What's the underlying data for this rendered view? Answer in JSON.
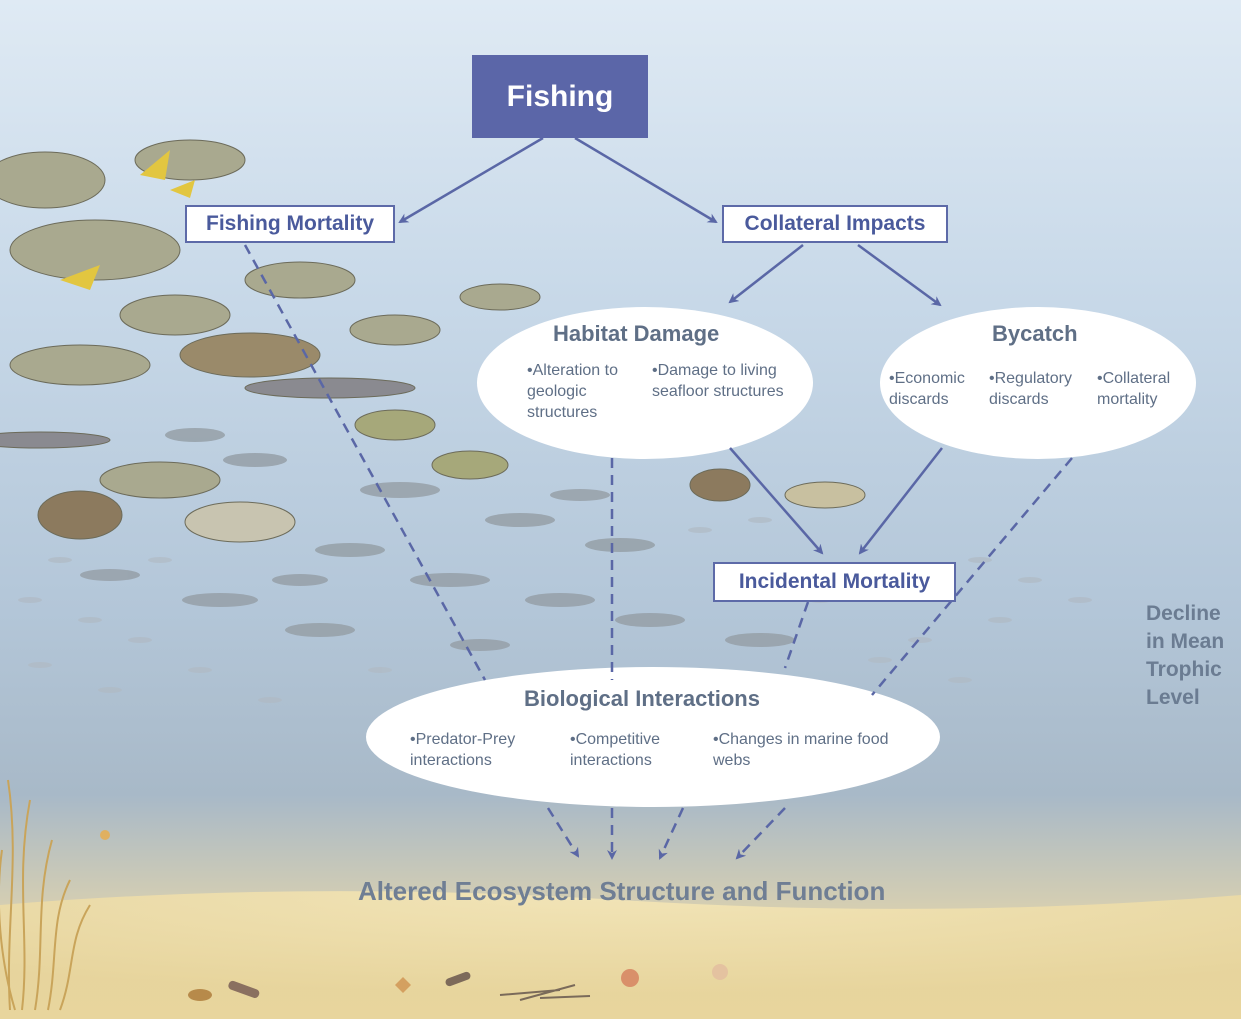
{
  "diagram": {
    "top_node": "Fishing",
    "fishing_mortality": "Fishing Mortality",
    "collateral_impacts": "Collateral Impacts",
    "habitat_damage": {
      "title": "Habitat Damage",
      "items": [
        "•Alteration to geologic structures",
        "•Damage to living seafloor structures"
      ]
    },
    "bycatch": {
      "title": "Bycatch",
      "items": [
        "•Economic discards",
        "•Regulatory discards",
        "•Collateral mortality"
      ]
    },
    "incidental_mortality": "Incidental Mortality",
    "biological_interactions": {
      "title": "Biological Interactions",
      "items": [
        "•Predator-Prey interactions",
        "•Competitive interactions",
        "•Changes in marine food webs"
      ]
    },
    "outcome": "Altered Ecosystem Structure and Function",
    "side_label": [
      "Decline",
      "in Mean",
      "Trophic",
      "Level"
    ]
  },
  "colors": {
    "box_fill": "#5b66a8",
    "box_border": "#5d6aa8",
    "arrow": "#5a67a6",
    "ellipse_text": "#5f6f86"
  },
  "icons": [
    "fish-school",
    "flatfish",
    "seaweed",
    "seafloor-debris"
  ]
}
